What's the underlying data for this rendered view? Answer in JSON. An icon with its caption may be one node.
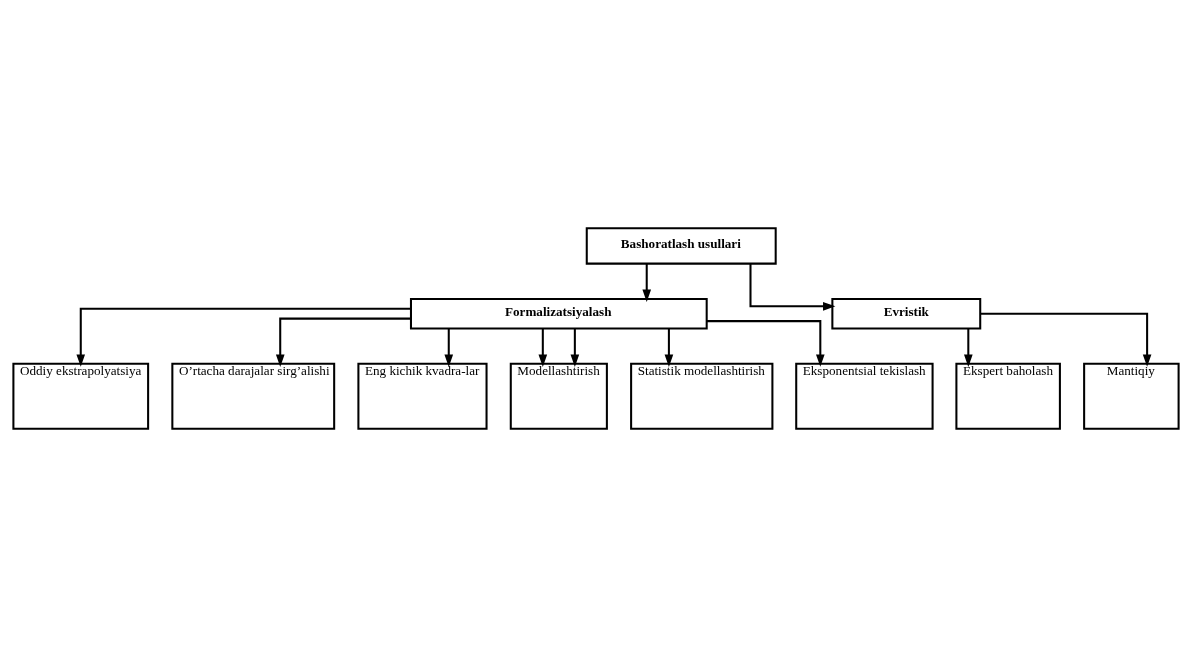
{
  "diagram": {
    "nodes": [
      {
        "text": [
          "Bashoratlash usullari"
        ]
      },
      {
        "text": [
          "Formalizatsiyalash"
        ]
      },
      {
        "text": [
          "Evristik"
        ]
      },
      {
        "text": [
          "Oddiy ekstrapolyatsiya"
        ]
      },
      {
        "text": [
          "O’rtacha darajalar sirg’alishi"
        ]
      },
      {
        "text": [
          "Eksponentsial tekislash"
        ]
      },
      {
        "text": [
          "Ekspert baholash"
        ]
      },
      {
        "text": [
          "Eng kichik kvadra-lar"
        ]
      },
      {
        "text": [
          "Modellashtirish"
        ]
      },
      {
        "text": [
          "Statistik modellashtirish"
        ]
      },
      {
        "text": [
          "Mantiqiy"
        ]
      }
    ],
    "edges": [
      {
        "from": 0,
        "to": 1,
        "arrow": "to"
      },
      {
        "from": 0,
        "to": 2,
        "arrow": "to"
      },
      {
        "from": 1,
        "to": 3,
        "arrow": "to"
      },
      {
        "from": 1,
        "to": 4,
        "arrow": "to"
      },
      {
        "from": 1,
        "to": 5,
        "arrow": "to"
      },
      {
        "from": 1,
        "to": 7,
        "arrow": "to"
      },
      {
        "from": 1,
        "to": 8,
        "arrow": "to"
      },
      {
        "from": 1,
        "to": 8,
        "arrow": "to"
      },
      {
        "from": 1,
        "to": 9,
        "arrow": "to"
      },
      {
        "from": 2,
        "to": 6,
        "arrow": "to"
      },
      {
        "from": 2,
        "to": 10,
        "arrow": "to"
      }
    ]
  }
}
